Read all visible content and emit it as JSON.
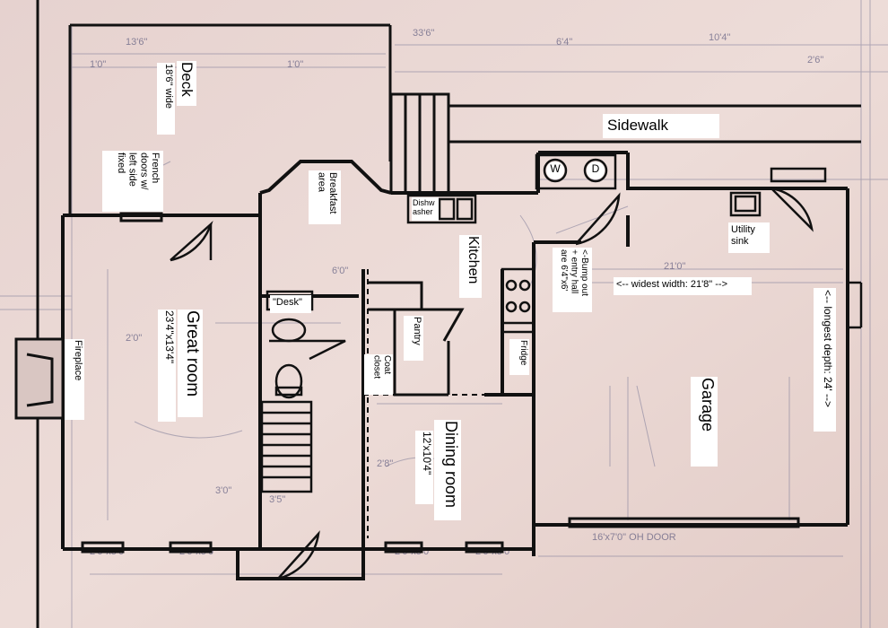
{
  "labels": {
    "deck": "Deck",
    "deck_width": "18'6\" wide",
    "french_doors": "French\ndoors w/\nleft side\nfixed",
    "breakfast": "Breakfast\narea",
    "dishwasher": "Dishw\nasher",
    "kitchen": "Kitchen",
    "sidewalk": "Sidewalk",
    "washer": "W",
    "dryer": "D",
    "bump_out": "<-Bump out\n+ entry hall\nare 6'4\"x6'",
    "utility_sink": "Utility\nsink",
    "widest_width": "<-- widest width: 21'8\" -->",
    "longest_depth": "<-- longest depth: 24' -->",
    "desk": "\"Desk\"",
    "great_room": "Great room",
    "great_room_dims": "23'4\"x13'4\"",
    "fireplace": "Fireplace",
    "pantry": "Pantry",
    "coat_closet": "Coat\ncloset",
    "fridge": "Fridge",
    "dining_room": "Dining room",
    "dining_dims": "12'x10'4\"",
    "garage": "Garage"
  },
  "colors": {
    "paper": "#e9d6d3",
    "ink": "#111111",
    "pencil": "#6b6a8a"
  }
}
